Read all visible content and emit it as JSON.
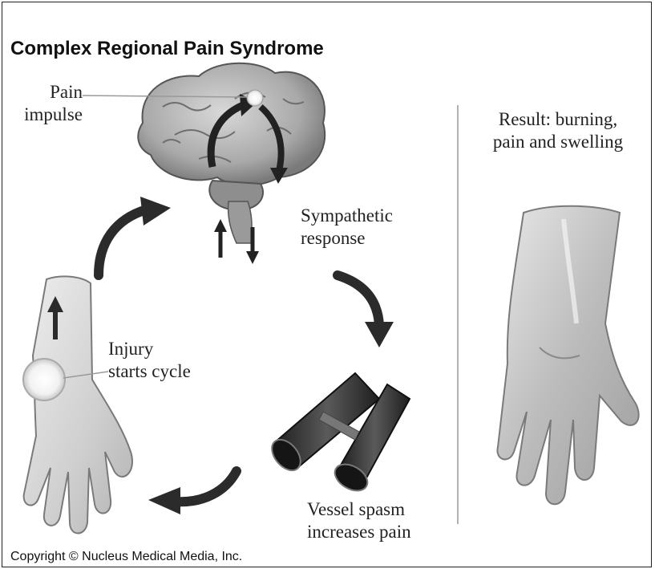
{
  "title": "Complex Regional Pain Syndrome",
  "labels": {
    "pain_impulse": [
      "Pain",
      "impulse"
    ],
    "sympathetic_response": [
      "Sympathetic",
      "response"
    ],
    "injury_starts_cycle": [
      "Injury",
      "starts cycle"
    ],
    "vessel_spasm": [
      "Vessel spasm",
      "increases pain"
    ],
    "result": [
      "Result: burning,",
      "pain and swelling"
    ]
  },
  "copyright": "Copyright © Nucleus Medical Media, Inc.",
  "colors": {
    "arrow": "#2b2b2b",
    "vessel": "#2e2e2e",
    "skin": "#d9d9d9",
    "brain": "#bdbdbd"
  }
}
